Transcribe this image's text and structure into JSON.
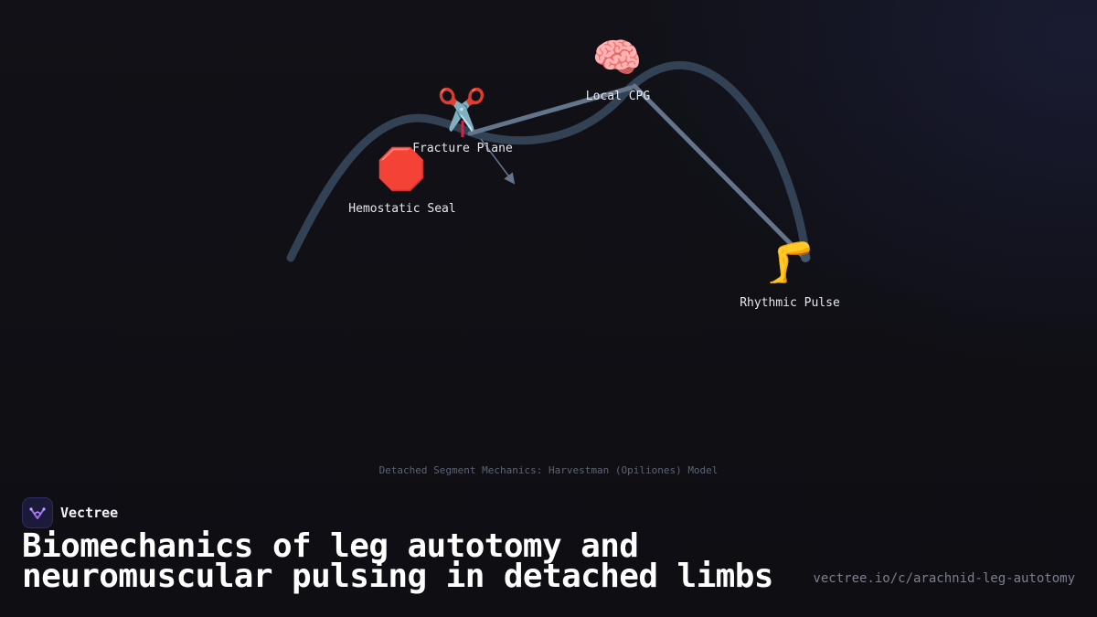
{
  "diagram": {
    "caption": "Detached Segment Mechanics: Harvestman (Opiliones) Model",
    "colors": {
      "curve": "#334155",
      "edge": "#64748b",
      "accent": "#e11d48"
    },
    "nodes": {
      "fracture_plane": {
        "icon": "scissors-icon",
        "emoji": "✂️",
        "label": "Fracture Plane"
      },
      "local_cpg": {
        "icon": "brain-icon",
        "emoji": "🧠",
        "label": "Local CPG"
      },
      "hemostatic_seal": {
        "icon": "stop-sign-icon",
        "emoji": "🛑",
        "label": "Hemostatic Seal"
      },
      "rhythmic_pulse": {
        "icon": "leg-icon",
        "emoji": "🦵",
        "label": "Rhythmic Pulse"
      }
    }
  },
  "brand": {
    "name": "Vectree",
    "logo_icon": "vectree-logo-icon"
  },
  "title": "Biomechanics of leg autotomy and neuromuscular pulsing in detached limbs",
  "url": "vectree.io/c/arachnid-leg-autotomy"
}
